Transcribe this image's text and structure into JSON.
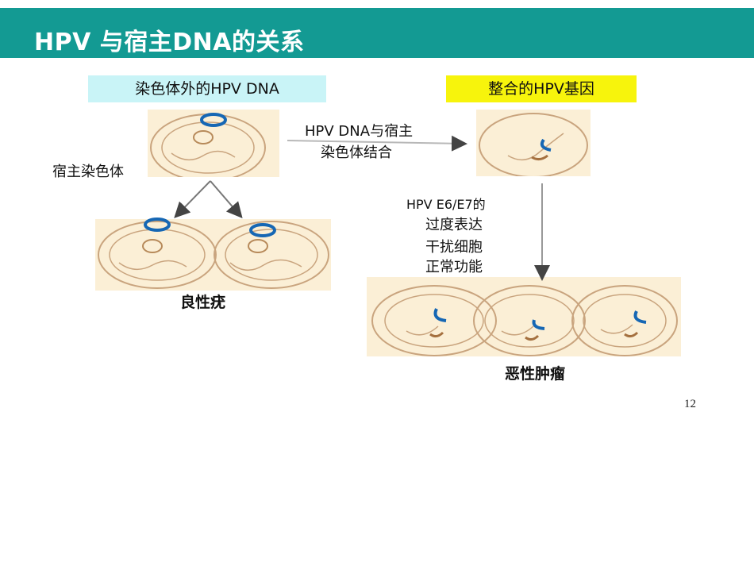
{
  "slide": {
    "title": "HPV 与宿主DNA的关系",
    "page_number": "12"
  },
  "labels": {
    "extrachromosomal": "染色体外的HPV DNA",
    "integrated": "整合的HPV基因",
    "host_chromosome": "宿主染色体",
    "binding_line1": "HPV DNA与宿主",
    "binding_line2": "染色体结合",
    "overexpression_line1": "HPV E6/E7的",
    "overexpression_line2": "过度表达",
    "overexpression_line3": "干扰细胞",
    "overexpression_line4": "正常功能",
    "benign": "良性疣",
    "malignant": "恶性肿瘤"
  },
  "colors": {
    "title_bar": "#139a93",
    "extrachromosomal_label_bg": "#c9f4f7",
    "integrated_label_bg": "#f7f40c",
    "cell_background": "#fbefd6",
    "cell_outline": "#c9a47e",
    "hpv_marker": "#1667b4",
    "arrow": "#444444"
  }
}
